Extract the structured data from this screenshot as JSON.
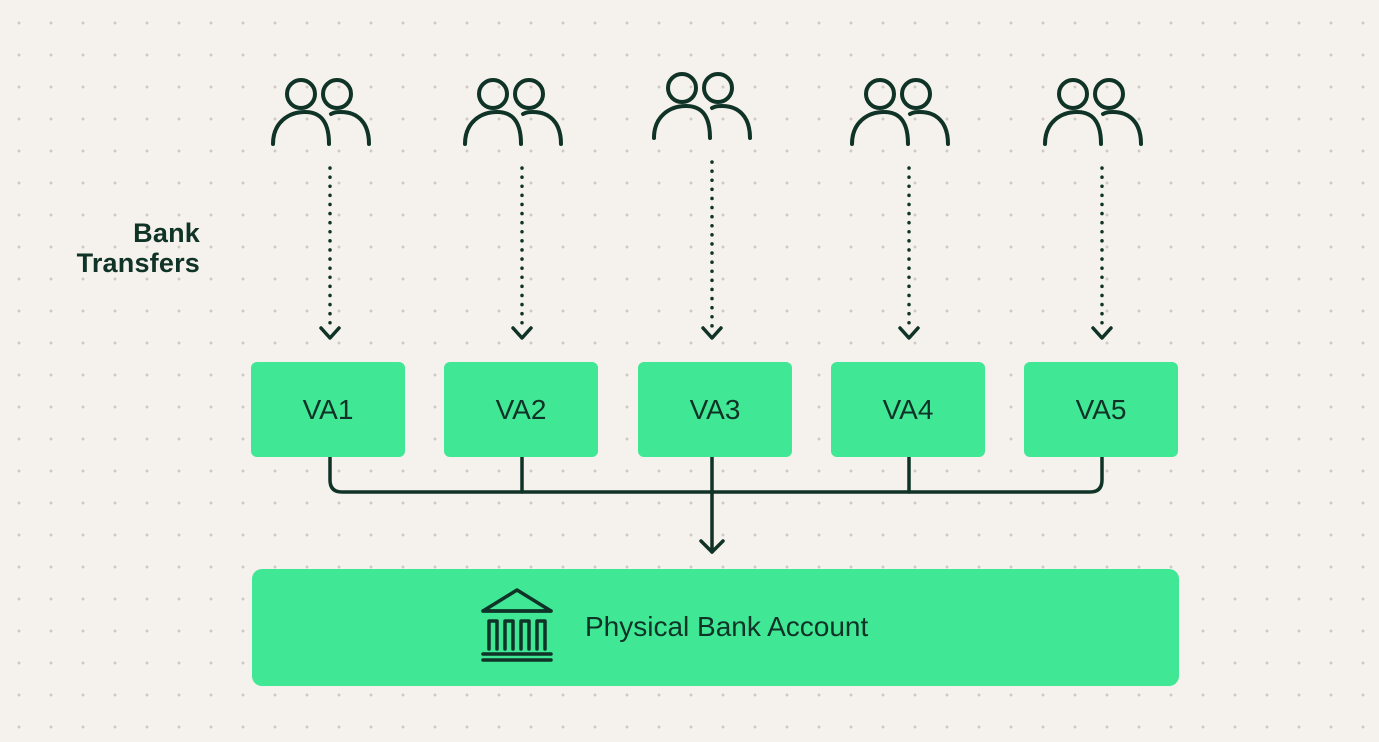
{
  "side_label": {
    "line1": "Bank",
    "line2": "Transfers"
  },
  "virtual_accounts": [
    {
      "label": "VA1",
      "icon": "users-icon"
    },
    {
      "label": "VA2",
      "icon": "users-icon"
    },
    {
      "label": "VA3",
      "icon": "users-icon"
    },
    {
      "label": "VA4",
      "icon": "users-icon"
    },
    {
      "label": "VA5",
      "icon": "users-icon"
    }
  ],
  "bank_account": {
    "label": "Physical Bank Account",
    "icon": "bank-building-icon"
  },
  "colors": {
    "background": "#f5f1ec",
    "box_fill": "#40e795",
    "ink": "#0f3326"
  }
}
